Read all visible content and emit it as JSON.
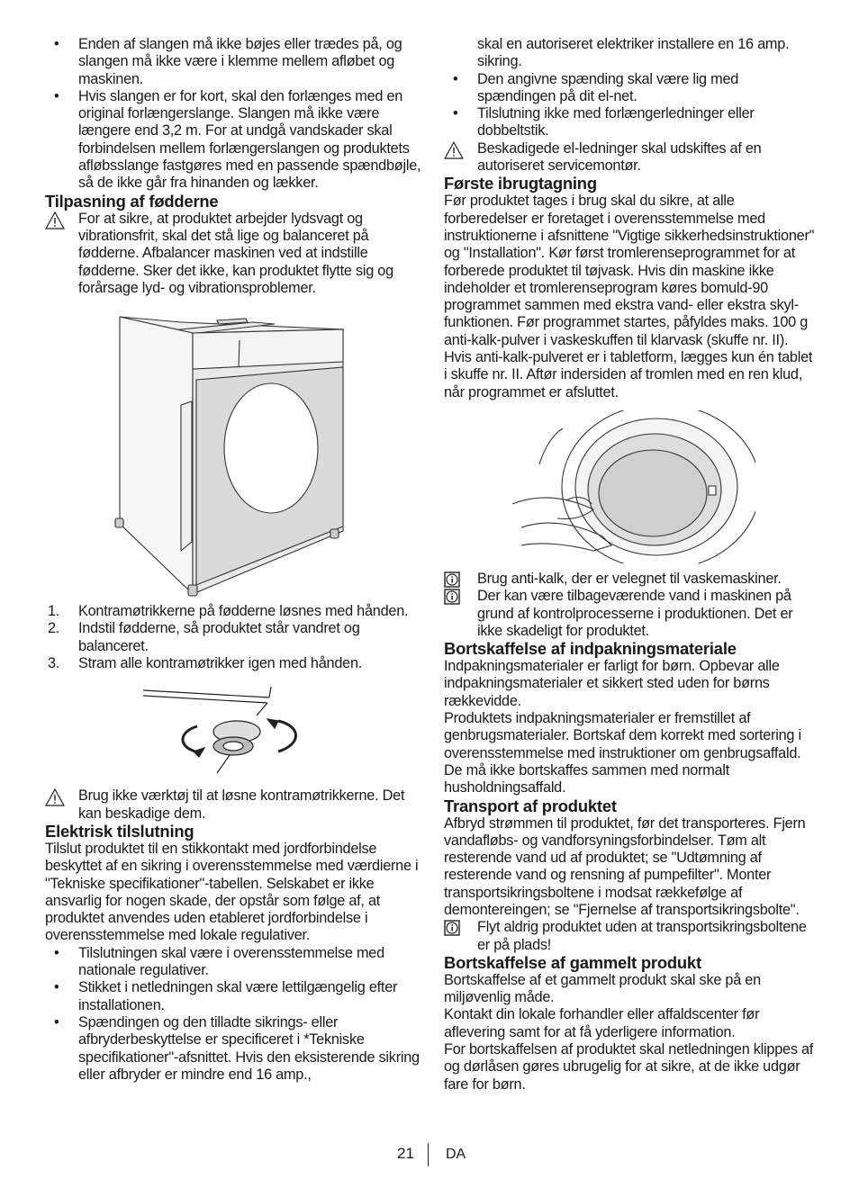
{
  "left": {
    "bullets1": [
      "Enden af slangen må ikke bøjes eller trædes på, og slangen må ikke være i klemme mellem afløbet og maskinen.",
      "Hvis slangen er for kort, skal den forlænges med en original forlængerslange. Slangen må ikke være længere end 3,2 m. For at undgå vandskader skal forbindelsen mellem forlængerslangen og produktets afløbsslange fastgøres med en passende spændbøjle, så de ikke går fra hinanden og lækker."
    ],
    "feet": {
      "heading": "Tilpasning af fødderne",
      "warning": "For at sikre, at produktet arbejder lydsvagt og vibrationsfrit, skal det stå lige og balanceret på fødderne. Afbalancer maskinen ved at indstille fødderne. Sker det ikke, kan produktet flytte sig og forårsage lyd- og vibrationsproblemer.",
      "steps": [
        {
          "n": "1.",
          "text": "Kontramøtrikkerne på fødderne løsnes med hånden."
        },
        {
          "n": "2.",
          "text": "Indstil fødderne, så produktet står vandret og balanceret."
        },
        {
          "n": "3.",
          "text": "Stram alle kontramøtrikker igen med hånden."
        }
      ],
      "tool_warning": "Brug ikke værktøj til at løsne kontramøtrikkerne. Det kan beskadige dem."
    },
    "electric": {
      "heading": "Elektrisk tilslutning",
      "paragraph": "Tilslut produktet til en stikkontakt med jordforbindelse beskyttet af en sikring i overensstemmelse med værdierne i \"Tekniske specifikationer\"-tabellen. Selskabet er ikke ansvarlig for nogen skade, der opstår som følge af, at produktet anvendes uden etableret jordforbindelse i overensstemmelse med lokale regulativer.",
      "bullets": [
        "Tilslutningen skal være i overensstemmelse med nationale regulativer.",
        "Stikket i netledningen skal være lettilgængelig efter installationen.",
        "Spændingen og den tilladte sikrings- eller afbryderbeskyttelse er specificeret i *Tekniske specifikationer\"-afsnittet. Hvis den eksisterende sikring eller afbryder er mindre end 16 amp.,"
      ]
    }
  },
  "right": {
    "continuation": "skal en autoriseret elektriker installere en 16 amp. sikring.",
    "bullets": [
      "Den angivne spænding skal være lig med spændingen på dit el-net.",
      "Tilslutning ikke med forlængerledninger eller dobbeltstik."
    ],
    "cable_warning": "Beskadigede el-ledninger skal udskiftes af en autoriseret servicemontør.",
    "first_use": {
      "heading": "Første ibrugtagning",
      "paragraph": "Før produktet tages i brug skal du sikre, at alle forberedelser er foretaget i overensstemmelse med instruktionerne i afsnittene \"Vigtige sikkerhedsinstruktioner\" og \"Installation\". Kør først tromlerenseprogrammet for at forberede produktet til tøjvask. Hvis din maskine ikke indeholder et tromlerenseprogram køres bomuld-90 programmet sammen med ekstra vand- eller ekstra skyl-funktionen. Før programmet startes, påfyldes maks. 100 g anti-kalk-pulver i vaskeskuffen til klarvask (skuffe nr. II). Hvis anti-kalk-pulveret er i tabletform, lægges kun én tablet i skuffe nr. II. Aftør indersiden af tromlen med en ren klud, når programmet er afsluttet.",
      "info1": "Brug anti-kalk, der er velegnet til vaskemaskiner.",
      "info2": "Der kan være tilbageværende vand i maskinen på grund af kontrolprocesserne i produktionen. Det er ikke skadeligt for produktet."
    },
    "packaging": {
      "heading": "Bortskaffelse af indpakningsmateriale",
      "p1": "Indpakningsmaterialer er farligt for børn. Opbevar alle indpakningsmaterialer et sikkert sted uden for børns rækkevidde.",
      "p2": "Produktets indpakningsmaterialer er fremstillet af genbrugsmaterialer. Bortskaf dem korrekt med sortering i overensstemmelse med instruktioner om genbrugsaffald. De må ikke bortskaffes sammen med normalt husholdningsaffald."
    },
    "transport": {
      "heading": "Transport af produktet",
      "paragraph": "Afbryd strømmen til produktet, før det transporteres. Fjern vandafløbs- og vandforsyningsforbindelser. Tøm alt resterende vand ud af produktet; se \"Udtømning af resterende vand og rensning af pumpefilter\". Monter transportsikringsboltene i modsat rækkefølge af demontereingen; se \"Fjernelse af transportsikringsbolte\".",
      "info": "Flyt aldrig produktet uden at transportsikringsboltene er på plads!"
    },
    "old_product": {
      "heading": "Bortskaffelse af gammelt produkt",
      "p1": "Bortskaffelse af et gammelt produkt skal ske på en miljøvenlig måde.",
      "p2": "Kontakt din lokale forhandler eller affaldscenter før aflevering samt for at få yderligere information.",
      "p3": "For bortskaffelsen af produktet skal netledningen klippes af og dørlåsen gøres ubrugelig for at sikre, at de ikke udgør fare for børn."
    }
  },
  "footer": {
    "page": "21",
    "lang": "DA"
  }
}
